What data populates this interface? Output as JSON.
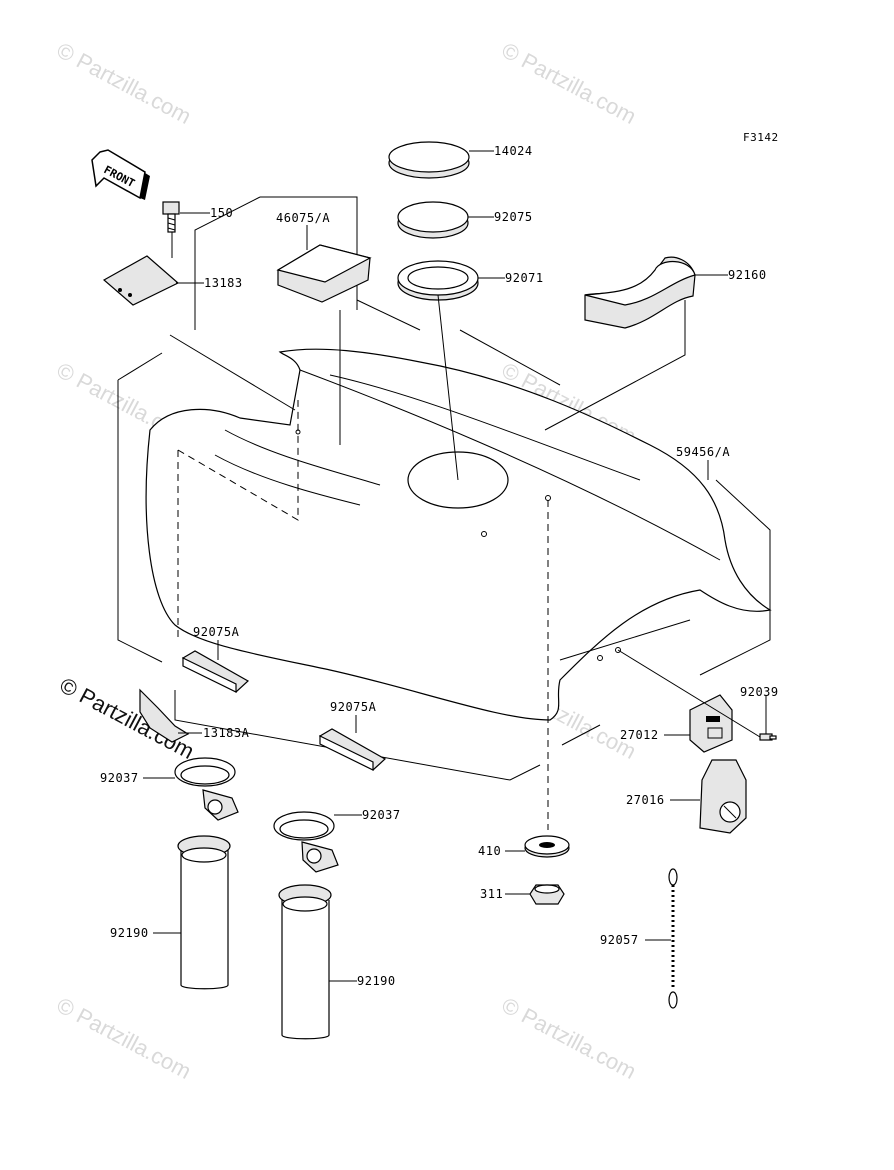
{
  "diagram": {
    "ref_code": "F3142",
    "front_arrow_text": "FRONT",
    "watermark_text": "© Partzilla.com",
    "callouts": [
      {
        "id": "c-14024",
        "label": "14024"
      },
      {
        "id": "c-92075",
        "label": "92075"
      },
      {
        "id": "c-92071",
        "label": "92071"
      },
      {
        "id": "c-46075A",
        "label": "46075/A"
      },
      {
        "id": "c-92160",
        "label": "92160"
      },
      {
        "id": "c-150",
        "label": "150"
      },
      {
        "id": "c-13183",
        "label": "13183"
      },
      {
        "id": "c-59456A",
        "label": "59456/A"
      },
      {
        "id": "c-92075A-1",
        "label": "92075A"
      },
      {
        "id": "c-92075A-2",
        "label": "92075A"
      },
      {
        "id": "c-13183A",
        "label": "13183A"
      },
      {
        "id": "c-92037-1",
        "label": "92037"
      },
      {
        "id": "c-92037-2",
        "label": "92037"
      },
      {
        "id": "c-92190-1",
        "label": "92190"
      },
      {
        "id": "c-92190-2",
        "label": "92190"
      },
      {
        "id": "c-410",
        "label": "410"
      },
      {
        "id": "c-311",
        "label": "311"
      },
      {
        "id": "c-92039",
        "label": "92039"
      },
      {
        "id": "c-27012",
        "label": "27012"
      },
      {
        "id": "c-27016",
        "label": "27016"
      },
      {
        "id": "c-92057",
        "label": "92057"
      }
    ]
  }
}
